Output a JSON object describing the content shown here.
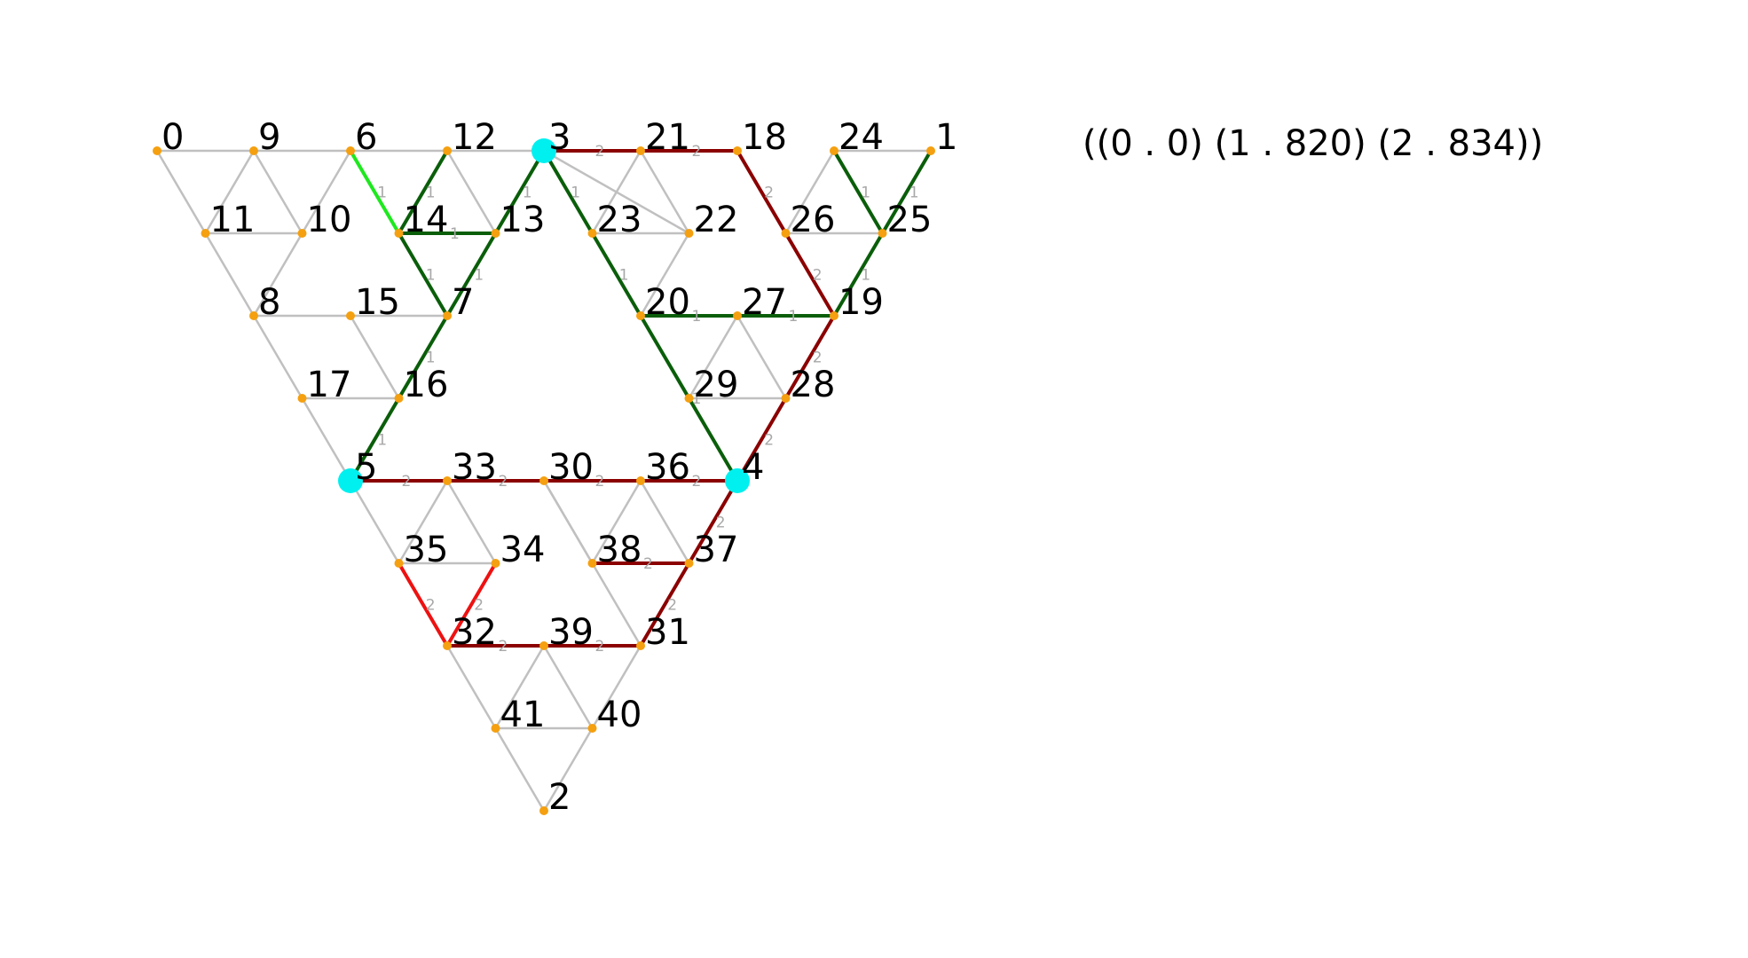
{
  "summary": "((0 . 0) (1 . 820) (2 . 834))",
  "colors": {
    "grid_edge": "#c0c0c0",
    "dark_green": "#0a5e0a",
    "bright_green": "#1ee81e",
    "dark_red": "#8b0000",
    "bright_red": "#ee1111",
    "node": "#f5a010",
    "terminal": "#00f0f0",
    "weight_text": "#a8a8a8"
  },
  "nodes": [
    {
      "id": 0,
      "label": "0"
    },
    {
      "id": 1,
      "label": "1"
    },
    {
      "id": 2,
      "label": "2"
    },
    {
      "id": 3,
      "label": "3"
    },
    {
      "id": 4,
      "label": "4"
    },
    {
      "id": 5,
      "label": "5"
    },
    {
      "id": 6,
      "label": "6"
    },
    {
      "id": 7,
      "label": "7"
    },
    {
      "id": 8,
      "label": "8"
    },
    {
      "id": 9,
      "label": "9"
    },
    {
      "id": 10,
      "label": "10"
    },
    {
      "id": 11,
      "label": "11"
    },
    {
      "id": 12,
      "label": "12"
    },
    {
      "id": 13,
      "label": "13"
    },
    {
      "id": 14,
      "label": "14"
    },
    {
      "id": 15,
      "label": "15"
    },
    {
      "id": 16,
      "label": "16"
    },
    {
      "id": 17,
      "label": "17"
    },
    {
      "id": 18,
      "label": "18"
    },
    {
      "id": 19,
      "label": "19"
    },
    {
      "id": 20,
      "label": "20"
    },
    {
      "id": 21,
      "label": "21"
    },
    {
      "id": 22,
      "label": "22"
    },
    {
      "id": 23,
      "label": "23"
    },
    {
      "id": 24,
      "label": "24"
    },
    {
      "id": 25,
      "label": "25"
    },
    {
      "id": 26,
      "label": "26"
    },
    {
      "id": 27,
      "label": "27"
    },
    {
      "id": 28,
      "label": "28"
    },
    {
      "id": 29,
      "label": "29"
    },
    {
      "id": 30,
      "label": "30"
    },
    {
      "id": 31,
      "label": "31"
    },
    {
      "id": 32,
      "label": "32"
    },
    {
      "id": 33,
      "label": "33"
    },
    {
      "id": 34,
      "label": "34"
    },
    {
      "id": 35,
      "label": "35"
    },
    {
      "id": 36,
      "label": "36"
    },
    {
      "id": 37,
      "label": "37"
    },
    {
      "id": 38,
      "label": "38"
    },
    {
      "id": 39,
      "label": "39"
    },
    {
      "id": 40,
      "label": "40"
    },
    {
      "id": 41,
      "label": "41"
    }
  ],
  "terminals": [
    3,
    4,
    5
  ],
  "grid_edges": [
    [
      0,
      9
    ],
    [
      9,
      6
    ],
    [
      6,
      12
    ],
    [
      12,
      3
    ],
    [
      24,
      1
    ],
    [
      0,
      11
    ],
    [
      9,
      11
    ],
    [
      9,
      10
    ],
    [
      6,
      10
    ],
    [
      11,
      10
    ],
    [
      6,
      14
    ],
    [
      12,
      13
    ],
    [
      14,
      13
    ],
    [
      11,
      8
    ],
    [
      10,
      8
    ],
    [
      8,
      15
    ],
    [
      15,
      7
    ],
    [
      15,
      16
    ],
    [
      8,
      17
    ],
    [
      17,
      16
    ],
    [
      17,
      5
    ],
    [
      3,
      22
    ],
    [
      21,
      23
    ],
    [
      21,
      22
    ],
    [
      23,
      22
    ],
    [
      22,
      20
    ],
    [
      18,
      26
    ],
    [
      24,
      26
    ],
    [
      26,
      25
    ],
    [
      20,
      29
    ],
    [
      27,
      29
    ],
    [
      27,
      28
    ],
    [
      29,
      28
    ],
    [
      5,
      35
    ],
    [
      33,
      35
    ],
    [
      33,
      34
    ],
    [
      35,
      34
    ],
    [
      34,
      32
    ],
    [
      30,
      38
    ],
    [
      36,
      38
    ],
    [
      36,
      37
    ],
    [
      30,
      31
    ],
    [
      32,
      41
    ],
    [
      39,
      41
    ],
    [
      39,
      40
    ],
    [
      41,
      40
    ],
    [
      31,
      40
    ],
    [
      41,
      2
    ],
    [
      40,
      2
    ]
  ],
  "highlight_edges": [
    {
      "a": 6,
      "b": 14,
      "weight": "1",
      "color": "bright_green"
    },
    {
      "a": 12,
      "b": 14,
      "weight": "1",
      "color": "dark_green"
    },
    {
      "a": 14,
      "b": 13,
      "weight": "1",
      "color": "dark_green"
    },
    {
      "a": 3,
      "b": 13,
      "weight": "1",
      "color": "dark_green"
    },
    {
      "a": 14,
      "b": 7,
      "weight": "1",
      "color": "dark_green"
    },
    {
      "a": 13,
      "b": 7,
      "weight": "1",
      "color": "dark_green"
    },
    {
      "a": 7,
      "b": 16,
      "weight": "1",
      "color": "dark_green"
    },
    {
      "a": 16,
      "b": 5,
      "weight": "1",
      "color": "dark_green"
    },
    {
      "a": 3,
      "b": 23,
      "weight": "1",
      "color": "dark_green"
    },
    {
      "a": 23,
      "b": 20,
      "weight": "1",
      "color": "dark_green"
    },
    {
      "a": 20,
      "b": 4,
      "weight": "1",
      "color": "dark_green"
    },
    {
      "a": 20,
      "b": 27,
      "weight": "1",
      "color": "dark_green"
    },
    {
      "a": 27,
      "b": 19,
      "weight": "1",
      "color": "dark_green"
    },
    {
      "a": 24,
      "b": 25,
      "weight": "1",
      "color": "dark_green"
    },
    {
      "a": 1,
      "b": 25,
      "weight": "1",
      "color": "dark_green"
    },
    {
      "a": 25,
      "b": 19,
      "weight": "1",
      "color": "dark_green"
    },
    {
      "a": 3,
      "b": 21,
      "weight": "2",
      "color": "dark_red"
    },
    {
      "a": 21,
      "b": 18,
      "weight": "2",
      "color": "dark_red"
    },
    {
      "a": 18,
      "b": 26,
      "weight": "2",
      "color": "dark_red"
    },
    {
      "a": 26,
      "b": 19,
      "weight": "2",
      "color": "dark_red"
    },
    {
      "a": 19,
      "b": 28,
      "weight": "2",
      "color": "dark_red"
    },
    {
      "a": 28,
      "b": 4,
      "weight": "2",
      "color": "dark_red"
    },
    {
      "a": 5,
      "b": 33,
      "weight": "2",
      "color": "dark_red"
    },
    {
      "a": 33,
      "b": 30,
      "weight": "2",
      "color": "dark_red"
    },
    {
      "a": 30,
      "b": 36,
      "weight": "2",
      "color": "dark_red"
    },
    {
      "a": 36,
      "b": 4,
      "weight": "2",
      "color": "dark_red"
    },
    {
      "a": 4,
      "b": 37,
      "weight": "2",
      "color": "dark_red"
    },
    {
      "a": 38,
      "b": 37,
      "weight": "2",
      "color": "dark_red"
    },
    {
      "a": 37,
      "b": 31,
      "weight": "2",
      "color": "dark_red"
    },
    {
      "a": 32,
      "b": 39,
      "weight": "2",
      "color": "dark_red"
    },
    {
      "a": 39,
      "b": 31,
      "weight": "2",
      "color": "dark_red"
    },
    {
      "a": 35,
      "b": 32,
      "weight": "2",
      "color": "bright_red"
    },
    {
      "a": 34,
      "b": 32,
      "weight": "2",
      "color": "bright_red"
    }
  ]
}
